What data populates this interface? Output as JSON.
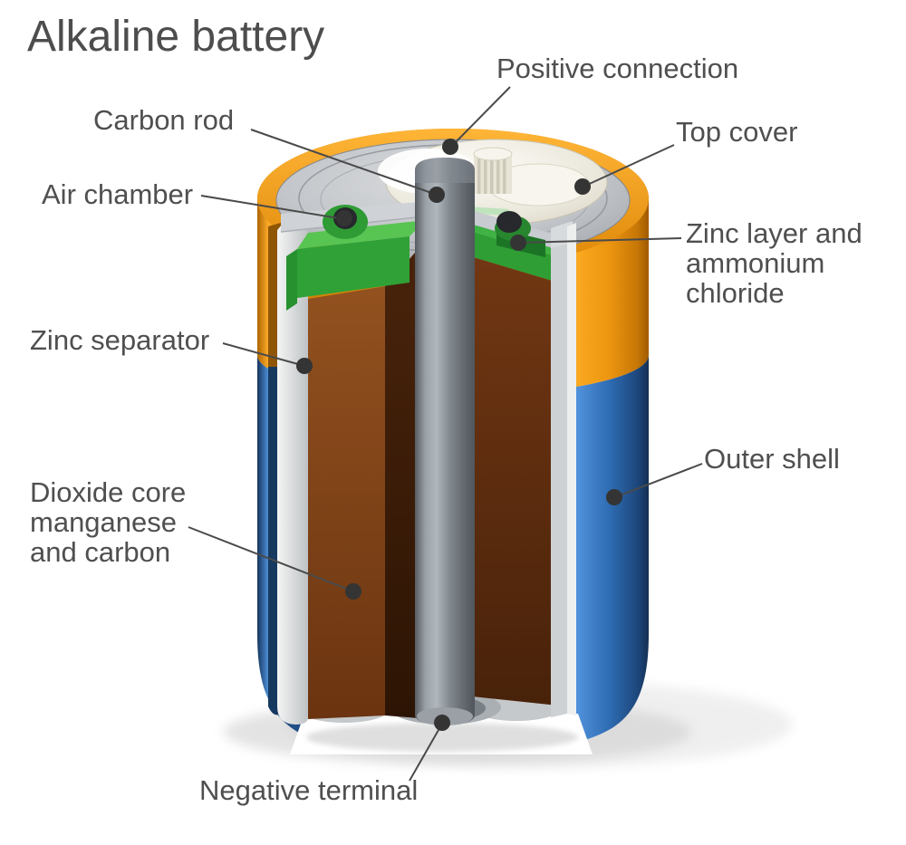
{
  "diagram": {
    "title": "Alkaline battery",
    "labels": {
      "positive_connection": "Positive connection",
      "carbon_rod": "Carbon rod",
      "top_cover": "Top cover",
      "air_chamber": "Air chamber",
      "zinc_layer": "Zinc layer and ammonium chloride",
      "zinc_separator": "Zinc separator",
      "outer_shell": "Outer shell",
      "dioxide_core": "Dioxide core manganese and carbon",
      "negative_terminal": "Negative terminal"
    },
    "colors": {
      "outer_shell_orange": "#F29111",
      "outer_shell_blue": "#2B66AC",
      "top_cover_gray": "#AEB2B7",
      "cap_cream": "#F2EFE4",
      "zinc_layer_green": "#2E9E35",
      "dioxide_core_brown": "#7A3E14",
      "carbon_rod_gray": "#868D93",
      "separator_gray": "#D6D9DB",
      "label_text": "#4F4F4F",
      "leader_line": "#4A4A4A",
      "marker_dot": "#343434"
    }
  }
}
